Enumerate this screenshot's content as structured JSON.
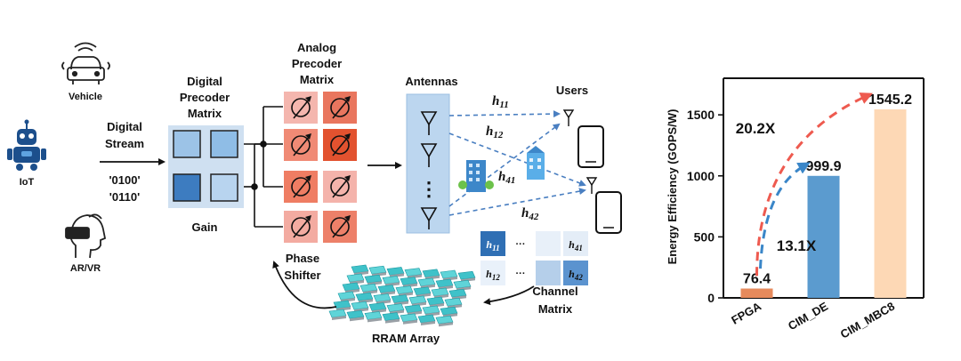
{
  "diagram": {
    "sources": {
      "vehicle": "Vehicle",
      "iot": "IoT",
      "arvr": "AR/VR"
    },
    "digital_stream": {
      "line1": "Digital",
      "line2": "Stream",
      "bits1": "'0100'",
      "bits2": "'0110'"
    },
    "digital_precoder": {
      "line1": "Digital",
      "line2": "Precoder",
      "line3": "Matrix",
      "gain": "Gain"
    },
    "analog_precoder": {
      "line1": "Analog",
      "line2": "Precoder",
      "line3": "Matrix"
    },
    "phase_shifter": {
      "line1": "Phase",
      "line2": "Shifter"
    },
    "antennas": {
      "title": "Antennas",
      "dots": "⋮"
    },
    "users": {
      "title": "Users"
    },
    "channels": {
      "h11": "h11",
      "h12": "h12",
      "h41": "h41",
      "h42": "h42"
    },
    "channel_matrix": {
      "cells": [
        "h11",
        "···",
        "",
        "h41",
        "h12",
        "···",
        "",
        "h42"
      ],
      "label1": "Channel",
      "label2": "Matrix"
    },
    "rram": {
      "label": "RRAM Array"
    }
  },
  "chart_data": {
    "type": "bar",
    "categories": [
      "FPGA",
      "CIM_DE",
      "CIM_MBC8"
    ],
    "values": [
      76.4,
      999.9,
      1545.2
    ],
    "value_labels": [
      "76.4",
      "999.9",
      "1545.2"
    ],
    "colors": [
      "#e68a5c",
      "#5b9bcf",
      "#fdd8b5"
    ],
    "ylabel": "Energy Efficiency (GOPS/W)",
    "ylim": [
      0,
      1800
    ],
    "yticks": [
      0,
      500,
      1000,
      1500
    ],
    "annotations": [
      {
        "text": "20.2X",
        "color": "#ee5a4f"
      },
      {
        "text": "13.1X",
        "color": "#3a86c8"
      }
    ]
  }
}
